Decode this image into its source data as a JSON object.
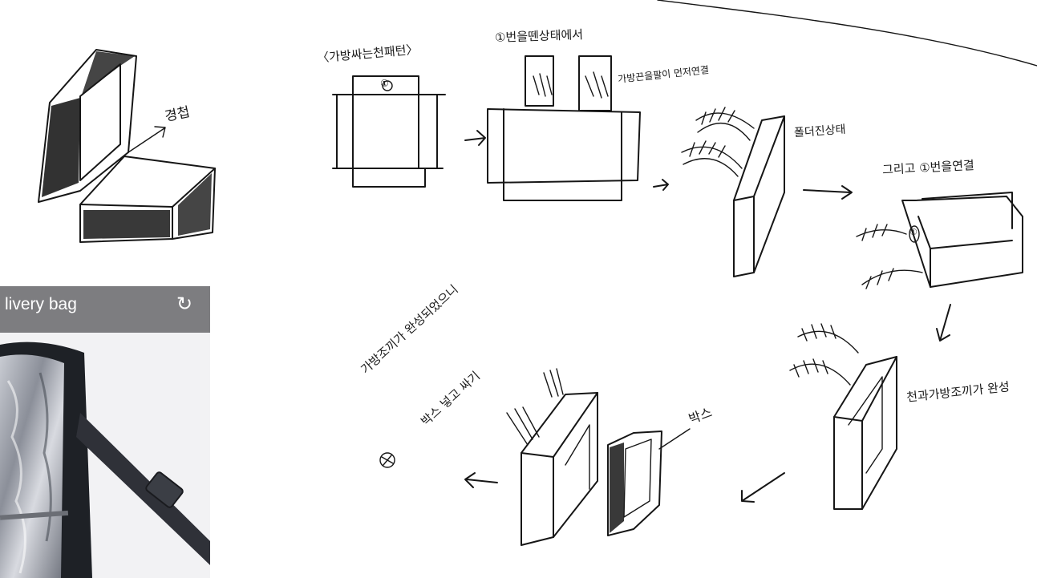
{
  "labels": {
    "lid_open": "경첩",
    "pattern_title": "〈가방싸는천패턴〉",
    "step_state": "①번을뗀상태에서",
    "bag_handle_note": "가방끈을팔이 먼저연결",
    "folded_state": "폴더진상태",
    "then_connect": "그리고 ①번을연결",
    "complete": "천과가방조끼가 완성",
    "box": "박스",
    "final_line1": "가방조끼가 완성되었으니",
    "final_line2": "박스 넣고 싸기",
    "pattern_mark": "①",
    "fold_mark": "①"
  },
  "photo": {
    "search_text": "livery bag",
    "reload_icon": "reload-icon"
  }
}
